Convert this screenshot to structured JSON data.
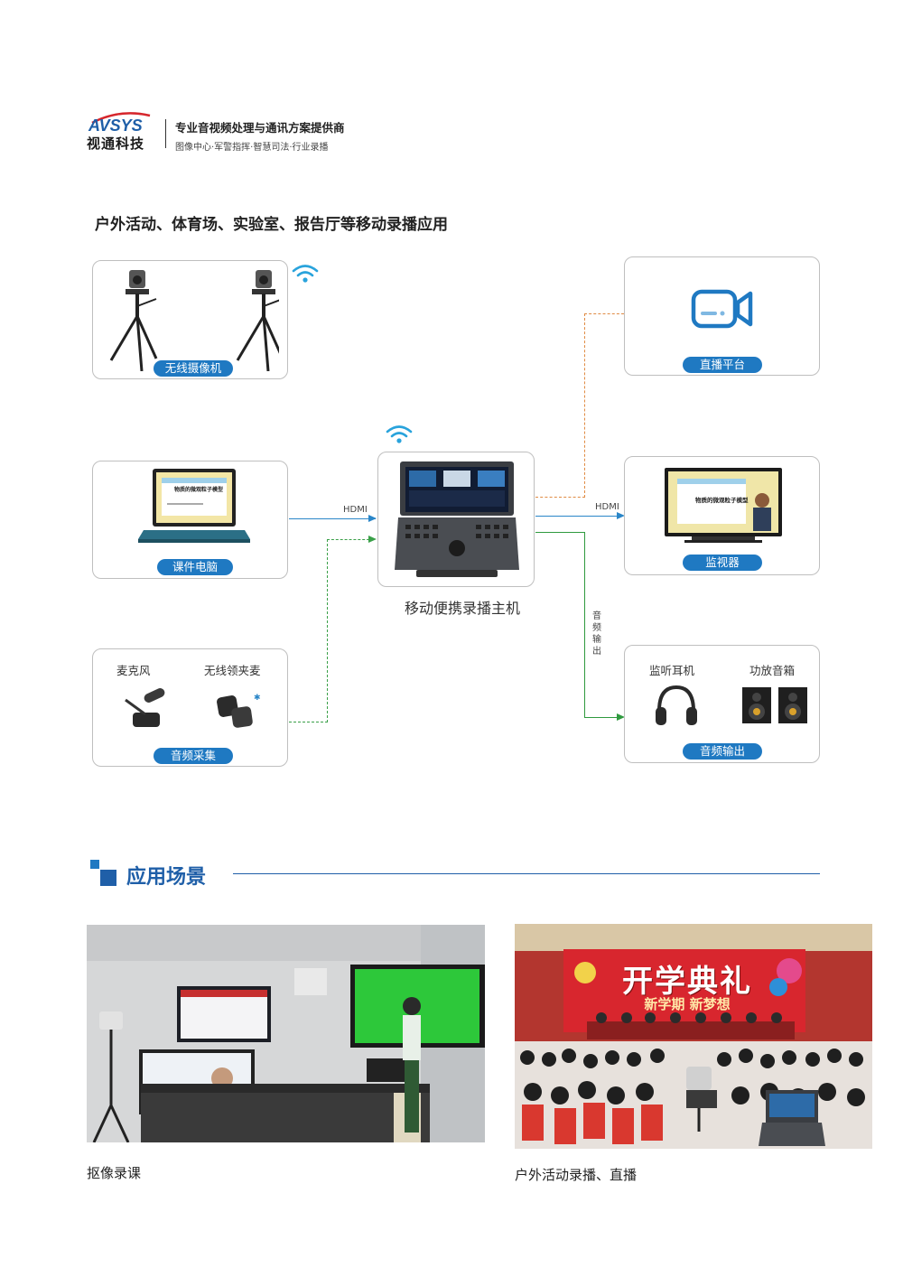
{
  "header": {
    "logo_text": "AVSYS",
    "company_name": "视通科技",
    "tagline": "专业音视频处理与通讯方案提供商",
    "subtitle": "图像中心·军警指挥·智慧司法·行业录播"
  },
  "diagram": {
    "title": "户外活动、体育场、实验室、报告厅等移动录播应用",
    "nodes": {
      "wireless_camera": {
        "label": "无线摄像机"
      },
      "courseware_pc": {
        "label": "课件电脑",
        "screen_text": "物质的微观粒子模型"
      },
      "audio_capture": {
        "label": "音频采集",
        "mic_label": "麦克风",
        "lav_label": "无线领夹麦"
      },
      "main_unit": {
        "label": "移动便携录播主机"
      },
      "live_platform": {
        "label": "直播平台"
      },
      "monitor": {
        "label": "监视器",
        "screen_text": "物质的微观粒子模型"
      },
      "audio_output": {
        "label": "音频输出",
        "headphone_label": "监听耳机",
        "speaker_label": "功放音箱"
      }
    },
    "connections": {
      "pc_to_host": "HDMI",
      "host_to_monitor": "HDMI",
      "audio_out_vertical": [
        "音",
        "频",
        "输",
        "出"
      ]
    },
    "colors": {
      "accent_blue": "#1f79c2",
      "line_orange": "#e08b43",
      "line_green": "#2f9a3e"
    }
  },
  "applications": {
    "title": "应用场景",
    "scenes": [
      {
        "caption": "抠像录课"
      },
      {
        "caption": "户外活动录播、直播",
        "banner_title": "开学典礼",
        "banner_subtitle": "新学期 新梦想"
      }
    ]
  }
}
